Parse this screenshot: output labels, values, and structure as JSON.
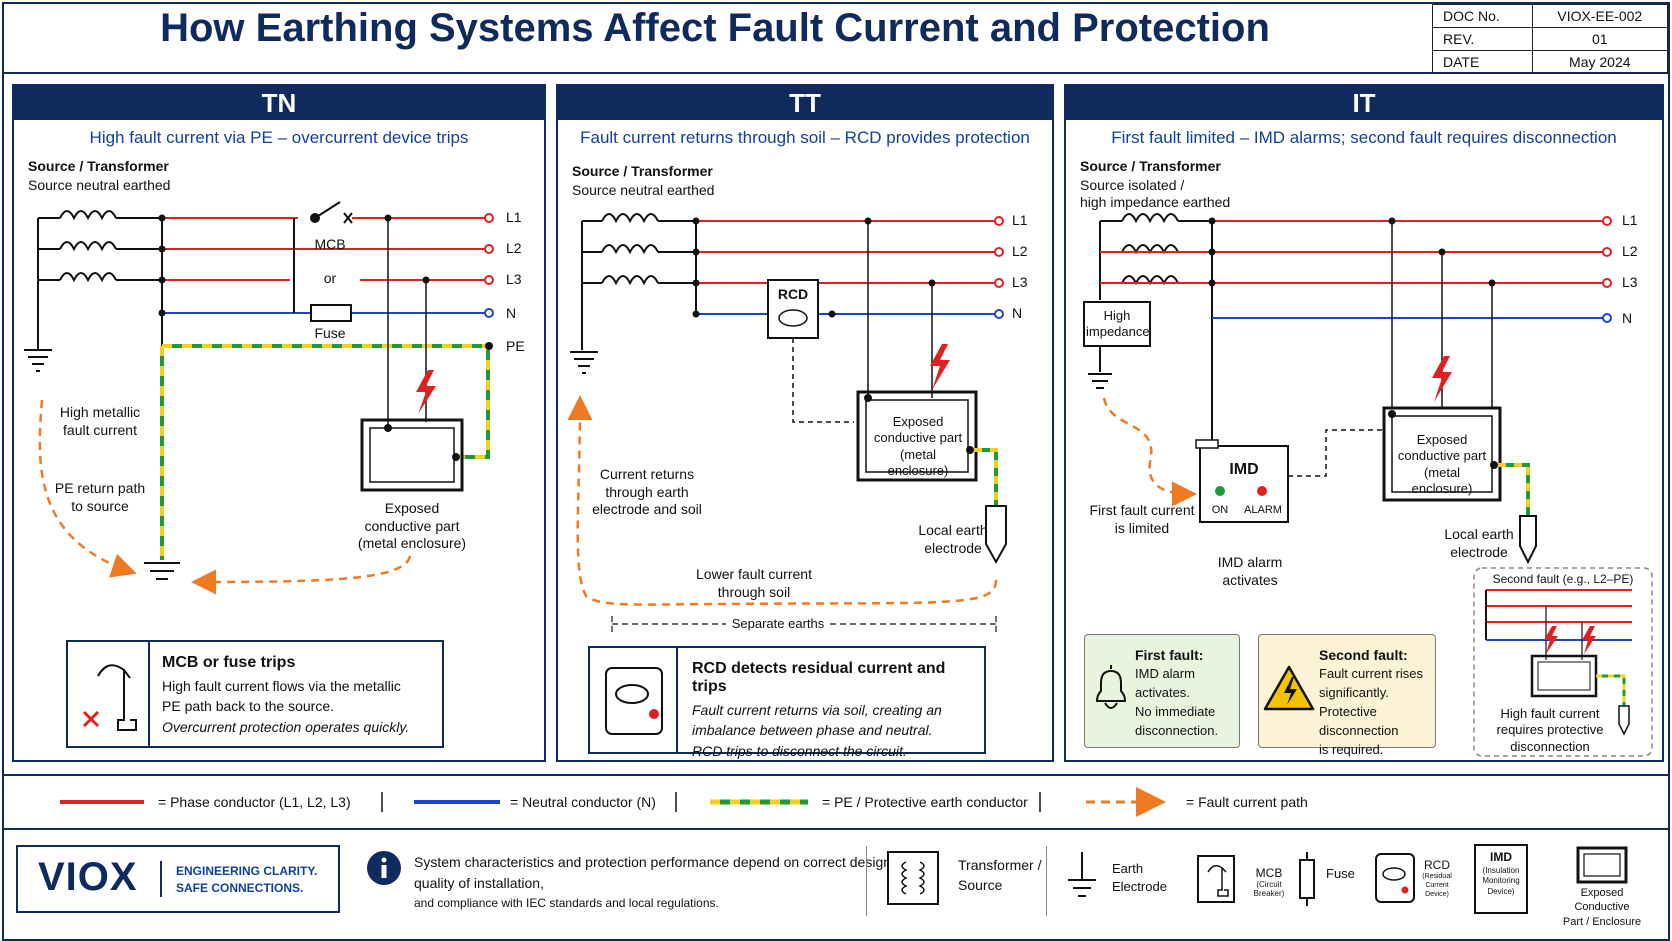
{
  "title": "How Earthing Systems Affect Fault Current and Protection",
  "doc": {
    "rows": [
      {
        "key": "DOC No.",
        "value": "VIOX-EE-002"
      },
      {
        "key": "REV.",
        "value": "01"
      },
      {
        "key": "DATE",
        "value": "May 2024"
      }
    ]
  },
  "colors": {
    "navy": "#0f2a5c",
    "phase": "#e02020",
    "neutral": "#1e46c8",
    "pe_green": "#1f9a3a",
    "pe_yellow": "#f2d21b",
    "fault": "#f07a22",
    "accent_blue": "#123f9e"
  },
  "tn": {
    "header": "TN",
    "subtitle": "High fault current via PE – overcurrent device trips",
    "source_title": "Source / Transformer",
    "source_sub": "Source neutral earthed",
    "mcb": "MCB",
    "or": "or",
    "fuse": "Fuse",
    "lines": [
      "L1",
      "L2",
      "L3",
      "N",
      "PE"
    ],
    "high_fault": "High metallic fault current",
    "pe_return": "PE return path to source",
    "enclosure": "Exposed conductive part (metal enclosure)",
    "note": {
      "title": "MCB or fuse trips",
      "line1": "High fault current flows via the metallic",
      "line2": "PE path back to the source.",
      "line3": "Overcurrent protection operates quickly."
    }
  },
  "tt": {
    "header": "TT",
    "subtitle": "Fault current returns through soil – RCD provides protection",
    "source_title": "Source / Transformer",
    "source_sub": "Source neutral earthed",
    "rcd": "RCD",
    "lines": [
      "L1",
      "L2",
      "L3",
      "N"
    ],
    "enclosure": "Exposed conductive part (metal enclosure)",
    "current_returns": "Current returns through earth electrode and soil",
    "local_earth": "Local earth electrode",
    "lower_fault": "Lower fault current through soil",
    "separate": "Separate earths",
    "note": {
      "title": "RCD detects residual current and trips",
      "line1": "Fault current returns via soil, creating an",
      "line2": "imbalance between phase and neutral.",
      "line3": "RCD trips to disconnect the circuit."
    }
  },
  "it": {
    "header": "IT",
    "subtitle": "First fault limited – IMD alarms; second fault requires disconnection",
    "source_title": "Source / Transformer",
    "source_sub1": "Source isolated /",
    "source_sub2": "high impedance earthed",
    "high_imp": "High impedance",
    "lines": [
      "L1",
      "L2",
      "L3",
      "N"
    ],
    "imd": "IMD",
    "on": "ON",
    "alarm": "ALARM",
    "first_limited": "First fault current is limited",
    "imd_alarm": "IMD alarm activates",
    "enclosure": "Exposed conductive part (metal enclosure)",
    "local_earth": "Local earth electrode",
    "second_fault_label": "Second fault (e.g., L2–PE)",
    "second_fault_text": "High fault current requires protective disconnection",
    "first_box": {
      "title": "First fault:",
      "line1": "IMD alarm activates.",
      "line2": "No immediate",
      "line3": "disconnection."
    },
    "second_box": {
      "title": "Second fault:",
      "line1": "Fault current rises",
      "line2": "significantly.",
      "line3": "Protective disconnection",
      "line4": "is required."
    }
  },
  "legend": {
    "phase": "= Phase conductor (L1, L2, L3)",
    "neutral": "= Neutral conductor (N)",
    "pe": "= PE / Protective earth conductor",
    "fault": "= Fault current path"
  },
  "footer": {
    "brand": "VIOX",
    "tagline1": "ENGINEERING CLARITY.",
    "tagline2": "SAFE CONNECTIONS.",
    "info1": "System characteristics and protection performance depend on correct design,",
    "info2": "quality of installation,",
    "info3": "and compliance with IEC standards and local regulations.",
    "transformer1": "Transformer /",
    "transformer2": "Source",
    "earth1": "Earth",
    "earth2": "Electrode",
    "mcb": "MCB",
    "mcb_sub": "(Circuit Breaker)",
    "fuse": "Fuse",
    "rcd": "RCD",
    "rcd_sub1": "(Residual",
    "rcd_sub2": "Current",
    "rcd_sub3": "Device)",
    "imd": "IMD",
    "imd_sub1": "(Insulation",
    "imd_sub2": "Monitoring",
    "imd_sub3": "Device)",
    "exposed1": "Exposed",
    "exposed2": "Conductive",
    "exposed3": "Part / Enclosure"
  }
}
